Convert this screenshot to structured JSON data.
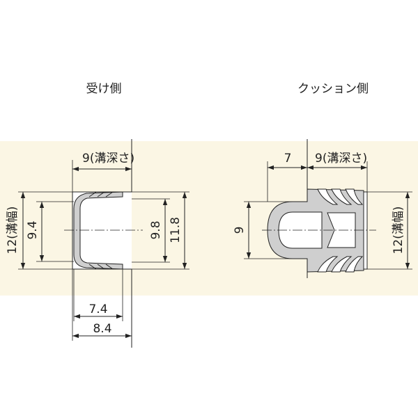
{
  "diagram": {
    "colors": {
      "background_band": "#fbf6e4",
      "part_fill": "#cfcfcf",
      "line": "#222222"
    },
    "left": {
      "title": "受け側",
      "dim_top": "9(溝深さ)",
      "dim_width_slot": "12(溝幅)",
      "dim_inner_height": "9.4",
      "dim_height_98": "9.8",
      "dim_height_118": "11.8",
      "dim_bottom_74": "7.4",
      "dim_bottom_84": "8.4"
    },
    "right": {
      "title": "クッション側",
      "dim_top_7": "7",
      "dim_top_depth": "9(溝深さ)",
      "dim_left_9": "9",
      "dim_width_slot": "12(溝幅)"
    }
  }
}
